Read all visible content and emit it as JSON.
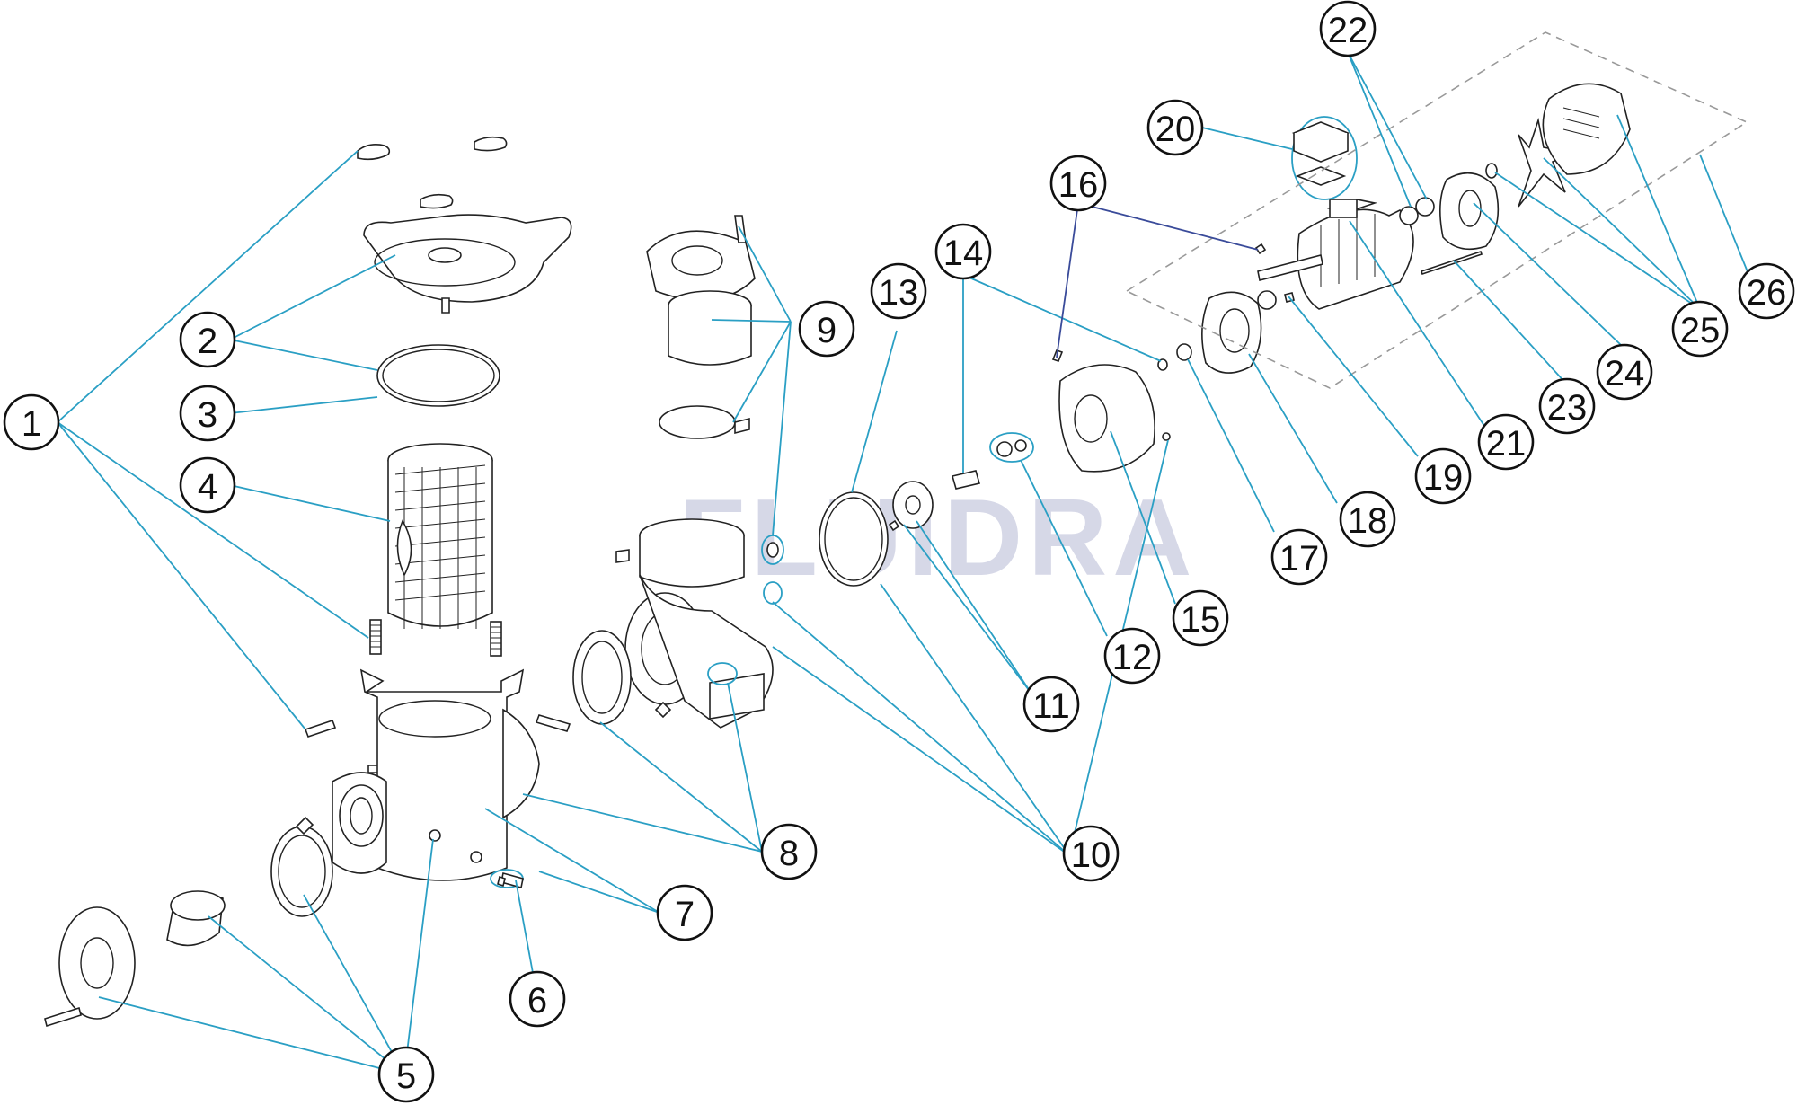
{
  "watermark": "FLUIDRA",
  "colors": {
    "leader": "#2a9fc4",
    "leader_dark": "#3a4b9a",
    "watermark": "#c9cbe0",
    "line": "#222222"
  },
  "callouts": [
    {
      "id": "1",
      "label": "1"
    },
    {
      "id": "2",
      "label": "2"
    },
    {
      "id": "3",
      "label": "3"
    },
    {
      "id": "4",
      "label": "4"
    },
    {
      "id": "5",
      "label": "5"
    },
    {
      "id": "6",
      "label": "6"
    },
    {
      "id": "7",
      "label": "7"
    },
    {
      "id": "8",
      "label": "8"
    },
    {
      "id": "9",
      "label": "9"
    },
    {
      "id": "10",
      "label": "10"
    },
    {
      "id": "11",
      "label": "11"
    },
    {
      "id": "12",
      "label": "12"
    },
    {
      "id": "13",
      "label": "13"
    },
    {
      "id": "14",
      "label": "14"
    },
    {
      "id": "15",
      "label": "15"
    },
    {
      "id": "16",
      "label": "16"
    },
    {
      "id": "17",
      "label": "17"
    },
    {
      "id": "18",
      "label": "18"
    },
    {
      "id": "19",
      "label": "19"
    },
    {
      "id": "20",
      "label": "20"
    },
    {
      "id": "21",
      "label": "21"
    },
    {
      "id": "22",
      "label": "22"
    },
    {
      "id": "23",
      "label": "23"
    },
    {
      "id": "24",
      "label": "24"
    },
    {
      "id": "25",
      "label": "25"
    },
    {
      "id": "26",
      "label": "26"
    }
  ]
}
